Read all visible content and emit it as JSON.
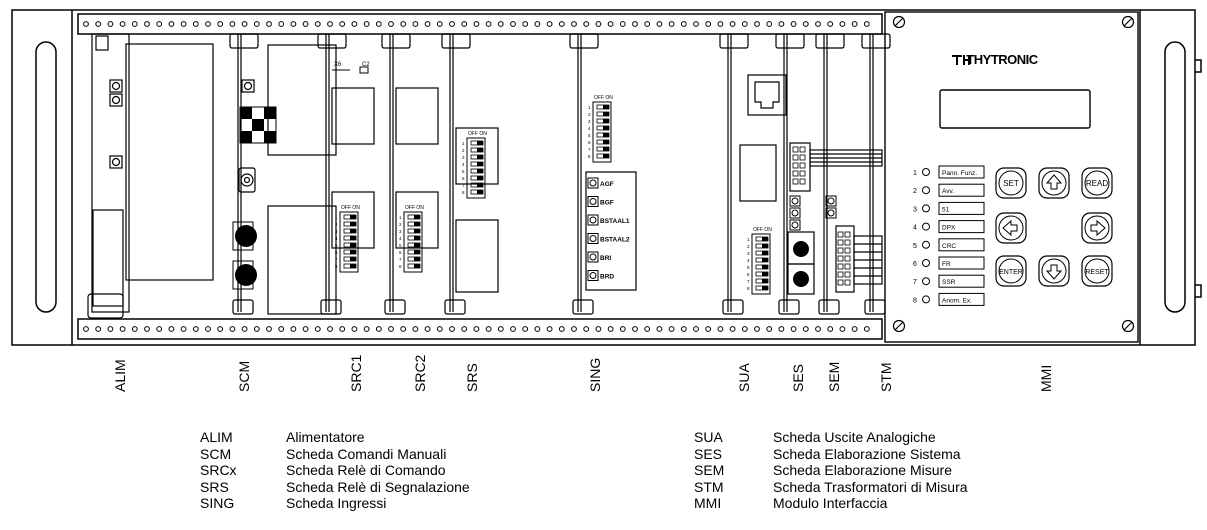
{
  "brand": "THYTRONIC",
  "dip_switch_label": "OFF ON",
  "connector_labels": {
    "x6": "X6",
    "c2": "C2"
  },
  "sing_inputs": [
    "AGF",
    "BGF",
    "BSTAAL1",
    "BSTAAL2",
    "BRI",
    "BRD"
  ],
  "mmi": {
    "leds": [
      {
        "num": "1",
        "label": "Pann. Funz."
      },
      {
        "num": "2",
        "label": "Avv."
      },
      {
        "num": "3",
        "label": "51"
      },
      {
        "num": "4",
        "label": "DPX"
      },
      {
        "num": "5",
        "label": "CRC"
      },
      {
        "num": "6",
        "label": "FR"
      },
      {
        "num": "7",
        "label": "SSR"
      },
      {
        "num": "8",
        "label": "Anom. Ex."
      }
    ],
    "keys": {
      "set": "SET",
      "read": "READ",
      "enter": "ENTER",
      "reset": "RESET"
    }
  },
  "module_labels": [
    "ALIM",
    "SCM",
    "SRC1",
    "SRC2",
    "SRS",
    "SING",
    "SUA",
    "SES",
    "SEM",
    "STM",
    "MMI"
  ],
  "legend_left": [
    {
      "code": "ALIM",
      "desc": "Alimentatore"
    },
    {
      "code": "SCM",
      "desc": "Scheda Comandi Manuali"
    },
    {
      "code": "SRCx",
      "desc": "Scheda Relè di Comando"
    },
    {
      "code": "SRS",
      "desc": "Scheda Relè di Segnalazione"
    },
    {
      "code": "SING",
      "desc": "Scheda Ingressi"
    }
  ],
  "legend_right": [
    {
      "code": "SUA",
      "desc": "Scheda Uscite Analogiche"
    },
    {
      "code": "SES",
      "desc": "Scheda Elaborazione Sistema"
    },
    {
      "code": "SEM",
      "desc": "Scheda Elaborazione Misure"
    },
    {
      "code": "STM",
      "desc": "Scheda Trasformatori di Misura"
    },
    {
      "code": "MMI",
      "desc": "Modulo Interfaccia"
    }
  ]
}
